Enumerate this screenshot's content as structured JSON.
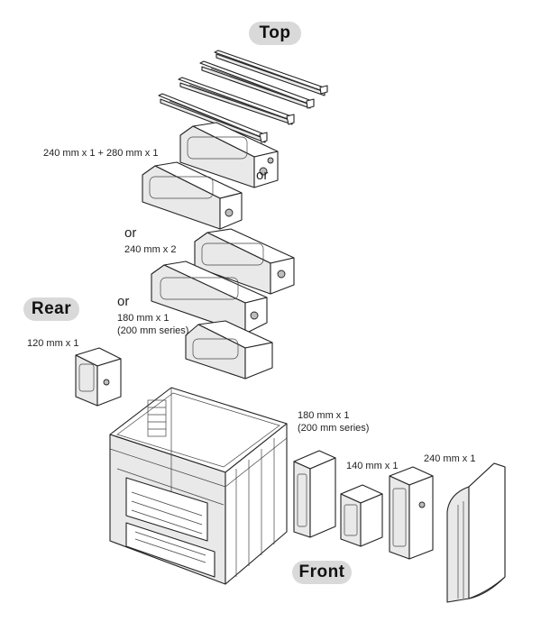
{
  "diagram": {
    "labels": {
      "top": "Top",
      "rear": "Rear",
      "front": "Front",
      "top_option_1": "240 mm x 1 + 280 mm x 1",
      "or_1": "or",
      "or_2": "or",
      "top_option_2": "240 mm x 2",
      "or_3": "or",
      "top_option_3_line1": "180 mm x 1",
      "top_option_3_line2": "(200 mm series)",
      "rear_option": "120 mm x 1",
      "front_option_1_line1": "180 mm x 1",
      "front_option_1_line2": "(200 mm series)",
      "front_option_2": "140 mm x 1",
      "front_option_3": "240 mm x 1"
    }
  }
}
